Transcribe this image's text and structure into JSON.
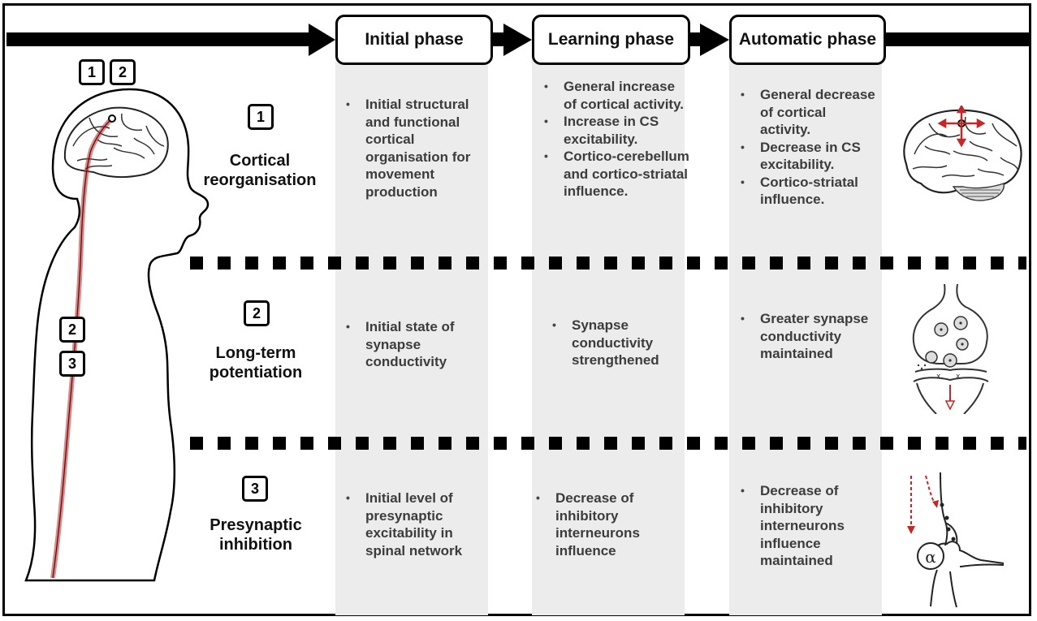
{
  "timeline": {
    "phases": [
      "Initial phase",
      "Learning phase",
      "Automatic phase"
    ]
  },
  "body_markers": {
    "head": [
      "1",
      "2"
    ],
    "spine": [
      "2",
      "3"
    ]
  },
  "rows": [
    {
      "number": "1",
      "label": [
        "Cortical",
        "reorganisation"
      ],
      "initial": [
        "Initial structural and functional cortical organisation for movement production"
      ],
      "learning": [
        "General increase of cortical activity.",
        "Increase in CS excitability.",
        "Cortico-cerebellum and cortico-striatal influence."
      ],
      "automatic": [
        "General decrease of cortical activity.",
        "Decrease in CS excitability.",
        "Cortico-striatal influence."
      ],
      "illustration": "brain-icon"
    },
    {
      "number": "2",
      "label": [
        "Long-term",
        "potentiation"
      ],
      "initial": [
        "Initial state of synapse conductivity"
      ],
      "learning": [
        "Synapse conductivity strengthened"
      ],
      "automatic": [
        "Greater synapse conductivity maintained"
      ],
      "illustration": "synapse-icon"
    },
    {
      "number": "3",
      "label": [
        "Presynaptic",
        "inhibition"
      ],
      "initial": [
        "Initial level of presynaptic excitability in spinal network"
      ],
      "learning": [
        "Decrease of inhibitory interneurons influence"
      ],
      "automatic": [
        "Decrease of inhibitory interneurons influence maintained"
      ],
      "illustration": "spinal-network-icon",
      "neuron_symbol": "α"
    }
  ],
  "colors": {
    "accent_red": "#c0282a",
    "column_bg": "#ececec"
  }
}
